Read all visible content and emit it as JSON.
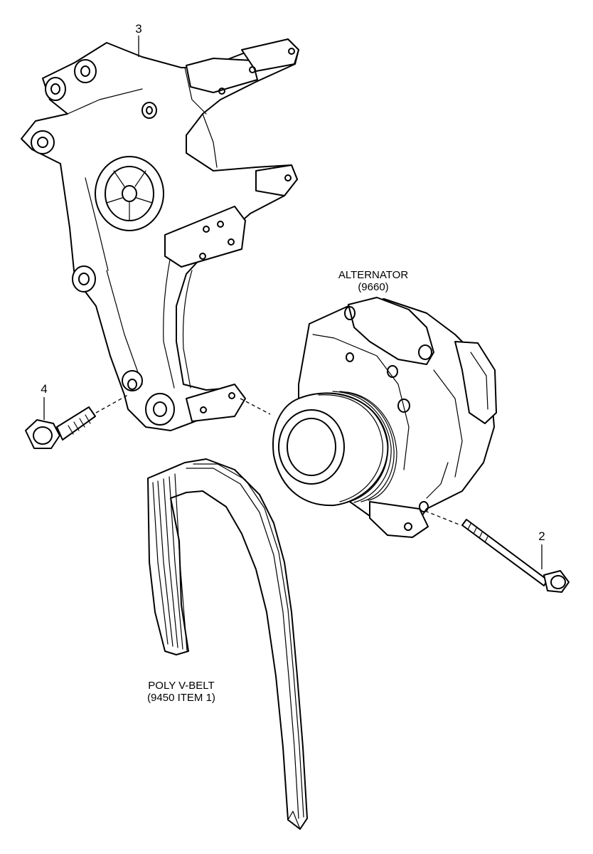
{
  "callouts": {
    "bracket": "3",
    "bolt_left": "4",
    "bolt_right": "2"
  },
  "labels": {
    "alternator_name": "ALTERNATOR",
    "alternator_code": "(9660)",
    "belt_name": "POLY V-BELT",
    "belt_code": "(9450 ITEM 1)"
  }
}
